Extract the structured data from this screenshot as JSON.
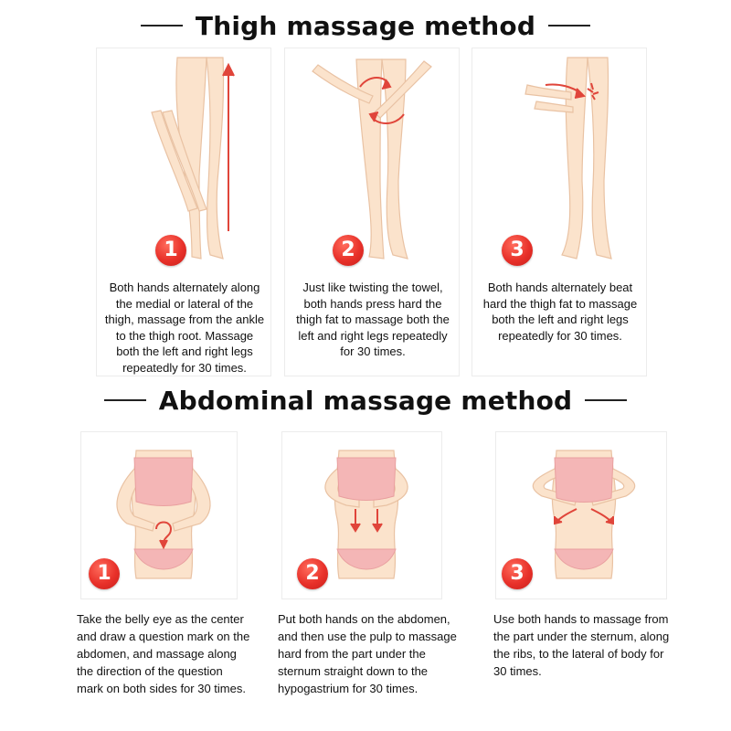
{
  "colors": {
    "skin": "#fbe3cc",
    "skin_line": "#e9c2a3",
    "bra": "#f4b6b6",
    "arrow": "#e0453a",
    "badge": "#e8312a"
  },
  "thigh": {
    "title": "Thigh massage method",
    "steps": [
      {
        "number": "1",
        "text": "Both hands alternately along the medial or lateral of the thigh, massage from the ankle to the thigh root. Massage both the left and right legs repeatedly for 30 times."
      },
      {
        "number": "2",
        "text": "Just like twisting the towel, both hands press hard the thigh fat to massage both the left and right legs repeatedly for 30 times."
      },
      {
        "number": "3",
        "text": "Both hands alternately beat hard the thigh fat to massage both the left and right legs repeatedly for 30 times."
      }
    ]
  },
  "abdominal": {
    "title": "Abdominal massage method",
    "steps": [
      {
        "number": "1",
        "text": "Take the belly eye as the center and draw a question mark on the abdomen, and massage along the direction of the question mark on both sides for 30 times."
      },
      {
        "number": "2",
        "text": "Put both hands on the abdomen, and then use the pulp to massage hard from the part under the sternum straight down to the hypogastrium for 30 times."
      },
      {
        "number": "3",
        "text": "Use both hands to massage from the part under the sternum, along the ribs, to the lateral of body for 30 times."
      }
    ]
  }
}
